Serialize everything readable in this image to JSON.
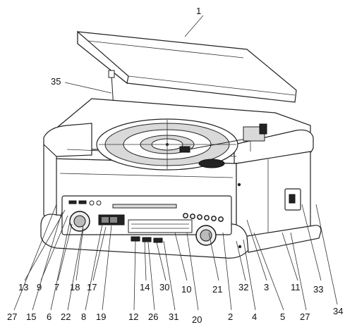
{
  "labels": {
    "l1": "1",
    "l2": "2",
    "l3": "3",
    "l4": "4",
    "l5": "5",
    "l6": "6",
    "l7": "7",
    "l8": "8",
    "l9": "9",
    "l10": "10",
    "l11": "11",
    "l12": "12",
    "l13": "13",
    "l14": "14",
    "l15": "15",
    "l17": "17",
    "l18": "18",
    "l19": "19",
    "l20": "20",
    "l21": "21",
    "l22": "22",
    "l26": "26",
    "l27a": "27",
    "l27b": "27",
    "l30": "30",
    "l31": "31",
    "l32": "32",
    "l33": "33",
    "l34": "34",
    "l35": "35"
  }
}
